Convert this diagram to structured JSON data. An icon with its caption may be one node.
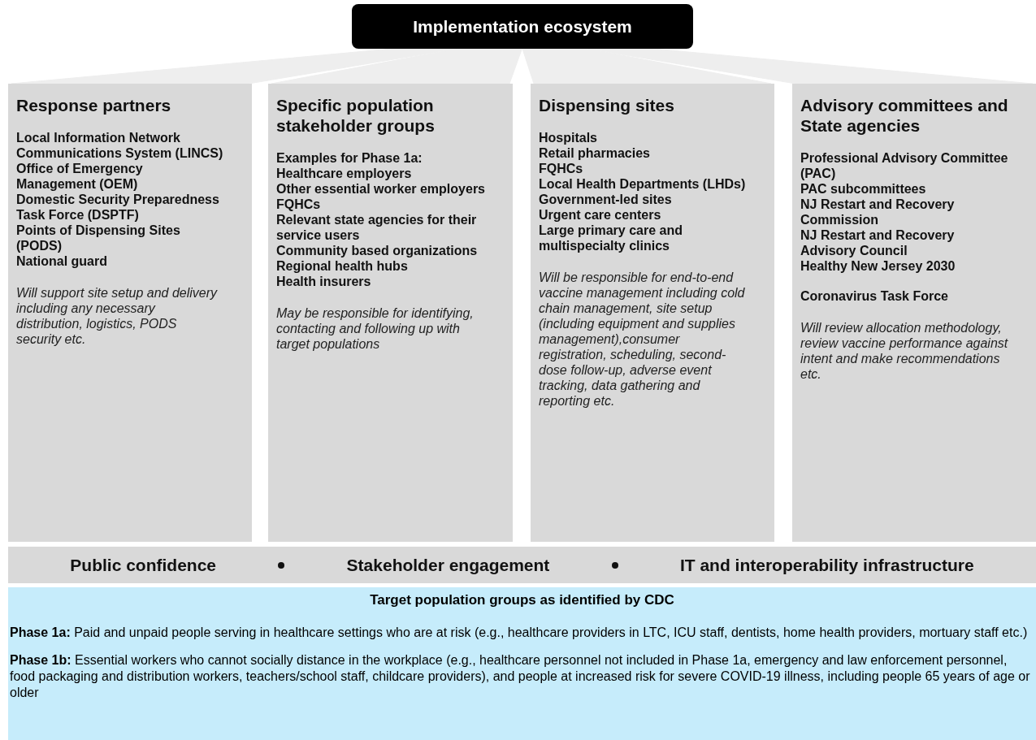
{
  "diagram": {
    "nodes": [
      {
        "text": [
          "Implementation ecosystem"
        ]
      },
      {
        "text": [
          "Response partners",
          "Local Information Network Communications System (LINCS)",
          "Office of Emergency Management (OEM)",
          "Domestic Security Preparedness Task Force (DSPTF)",
          "Points of Dispensing Sites (PODS)",
          "National guard",
          "Will support site setup and delivery including any necessary distribution, logistics, PODS security etc."
        ]
      },
      {
        "text": [
          "Specific population stakeholder groups",
          "Examples for Phase 1a:",
          "Healthcare employers",
          "Other essential worker employers",
          "FQHCs",
          "Relevant state agencies for their service users",
          "Community based organizations",
          "Regional health hubs",
          "Health insurers",
          "May be responsible for identifying,  contacting and following up with target populations"
        ]
      },
      {
        "text": [
          "Dispensing sites",
          "Hospitals",
          "Retail pharmacies",
          "FQHCs",
          "Local Health Departments (LHDs)",
          "Government-led sites",
          "Urgent care centers",
          "Large primary care and multispecialty clinics",
          "Will be responsible for end-to-end vaccine management including cold chain management, site setup (including equipment and supplies management),consumer registration, scheduling, second-dose follow-up, adverse event tracking, data gathering and reporting etc."
        ]
      },
      {
        "text": [
          "Advisory committees and State agencies",
          "Professional Advisory Committee (PAC)",
          "PAC subcommittees",
          "NJ Restart and Recovery Commission",
          "NJ Restart and Recovery Advisory Council",
          "Healthy New Jersey 2030",
          "Coronavirus Task Force",
          "Will review allocation methodology, review vaccine performance against intent and make recommendations etc."
        ]
      },
      {
        "text": [
          "Public confidence",
          "Stakeholder engagement",
          "IT and interoperability infrastructure"
        ]
      },
      {
        "text": [
          "Target population groups as identified by CDC",
          "**Phase 1a:**  Paid and unpaid people serving in healthcare settings who are at risk (e.g., healthcare providers in LTC, ICU staff, dentists, home health providers, mortuary staff etc.)",
          "**Phase 1b:** Essential workers who cannot socially distance in the workplace (e.g., healthcare personnel not included in Phase 1a, emergency and law enforcement personnel, food packaging and distribution workers, teachers/school staff, childcare providers), and people at increased risk for severe COVID-19 illness, including people 65 years of age or older"
        ]
      }
    ],
    "edges": [
      {
        "from": 0,
        "to": 1,
        "arrow": "none"
      },
      {
        "from": 0,
        "to": 2,
        "arrow": "none"
      },
      {
        "from": 0,
        "to": 3,
        "arrow": "none"
      },
      {
        "from": 0,
        "to": 4,
        "arrow": "none"
      }
    ]
  }
}
